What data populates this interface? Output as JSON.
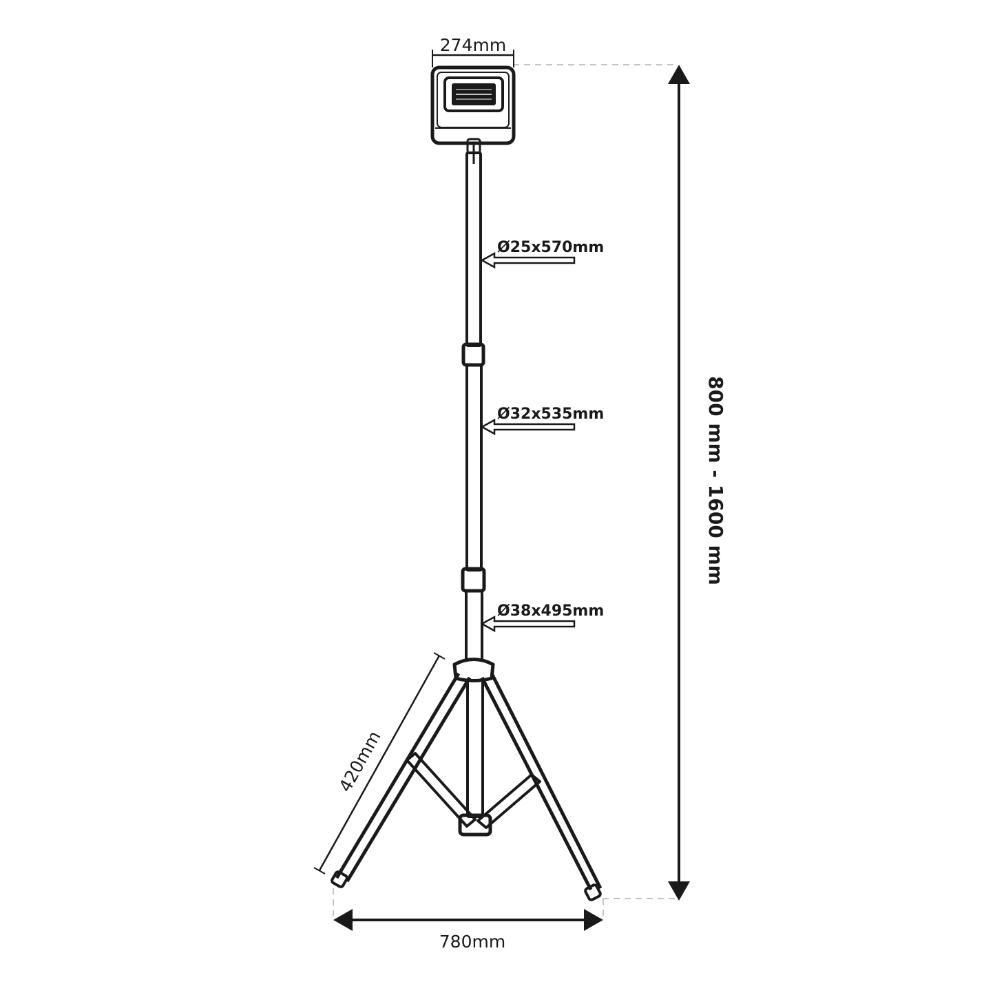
{
  "dimensions": {
    "head_width": "274mm",
    "tube_top": "Ø25x570mm",
    "tube_middle": "Ø32x535mm",
    "tube_bottom": "Ø38x495mm",
    "leg_length": "420mm",
    "base_width": "780mm",
    "height_range": "800 mm - 1600 mm"
  },
  "colors": {
    "line": "#1a1a1a",
    "guide": "#c4c4c4",
    "background": "#ffffff"
  }
}
